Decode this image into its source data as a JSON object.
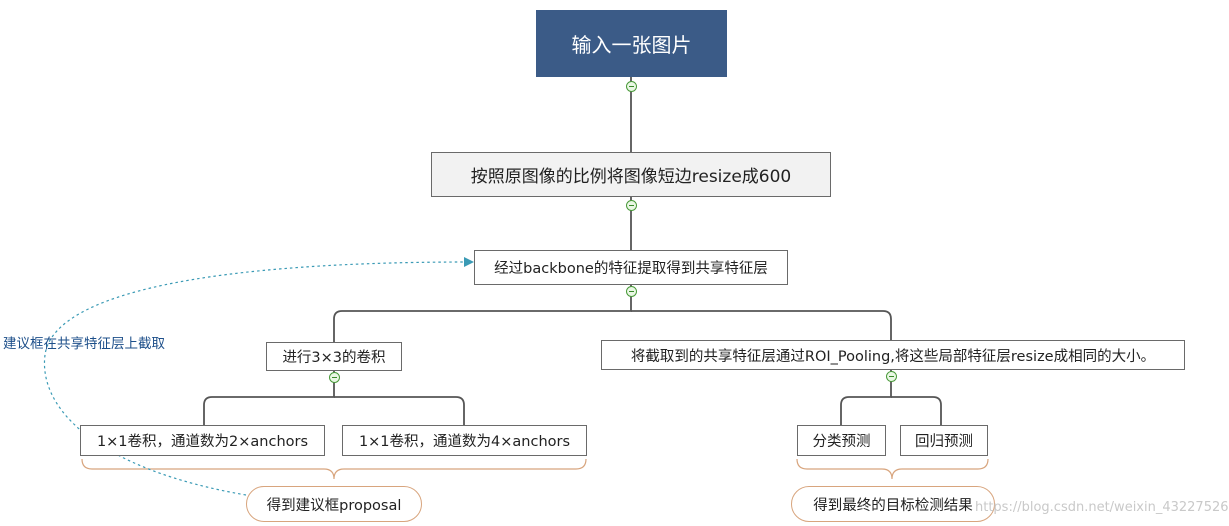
{
  "nodes": {
    "root": "输入一张图片",
    "resize": "按照原图像的比例将图像短边resize成600",
    "backbone": "经过backbone的特征提取得到共享特征层",
    "conv3x3": "进行3×3的卷积",
    "conv_cls": "1×1卷积，通道数为2×anchors",
    "conv_reg": "1×1卷积，通道数为4×anchors",
    "roi_pooling": "将截取到的共享特征层通过ROI_Pooling,将这些局部特征层resize成相同的大小。",
    "classify": "分类预测",
    "regress": "回归预测"
  },
  "summaries": {
    "proposal": "得到建议框proposal",
    "final": "得到最终的目标检测结果"
  },
  "relation_label": "建议框在共享特征层上截取",
  "watermark": "https://blog.csdn.net/weixin_43227526"
}
